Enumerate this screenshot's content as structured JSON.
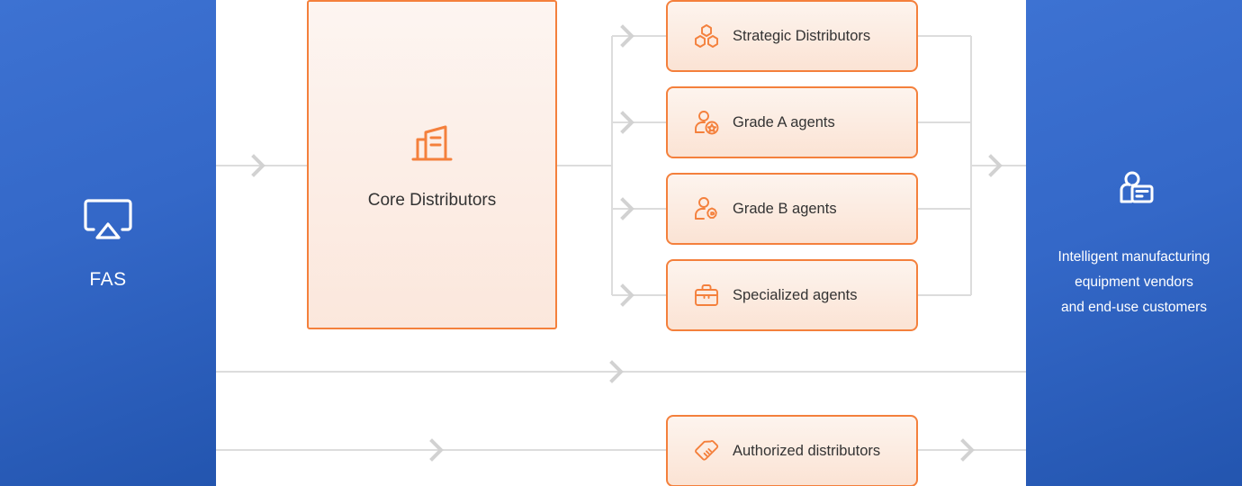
{
  "left_panel": {
    "icon": "airplay-icon",
    "label": "FAS",
    "background_color": "#3468c8"
  },
  "right_panel": {
    "icon": "person-id-card-icon",
    "lines": [
      "Intelligent manufacturing",
      "equipment vendors",
      "and end-use customers"
    ],
    "background_color": "#3468c8"
  },
  "core": {
    "icon": "factory-building-icon",
    "label": "Core Distributors",
    "border_color": "#f4803c"
  },
  "cards": [
    {
      "id": "strategic",
      "icon": "hexagon-cluster-icon",
      "label": "Strategic Distributors"
    },
    {
      "id": "gradea",
      "icon": "person-star-badge-icon",
      "label": "Grade A agents"
    },
    {
      "id": "gradeb",
      "icon": "person-badge-icon",
      "label": "Grade B agents"
    },
    {
      "id": "specialized",
      "icon": "briefcase-icon",
      "label": "Specialized agents"
    },
    {
      "id": "authorized",
      "icon": "handshake-icon",
      "label": "Authorized distributors"
    }
  ],
  "connectors": {
    "line_color": "#dcdcdc",
    "arrow_color": "#d4d4d4"
  }
}
